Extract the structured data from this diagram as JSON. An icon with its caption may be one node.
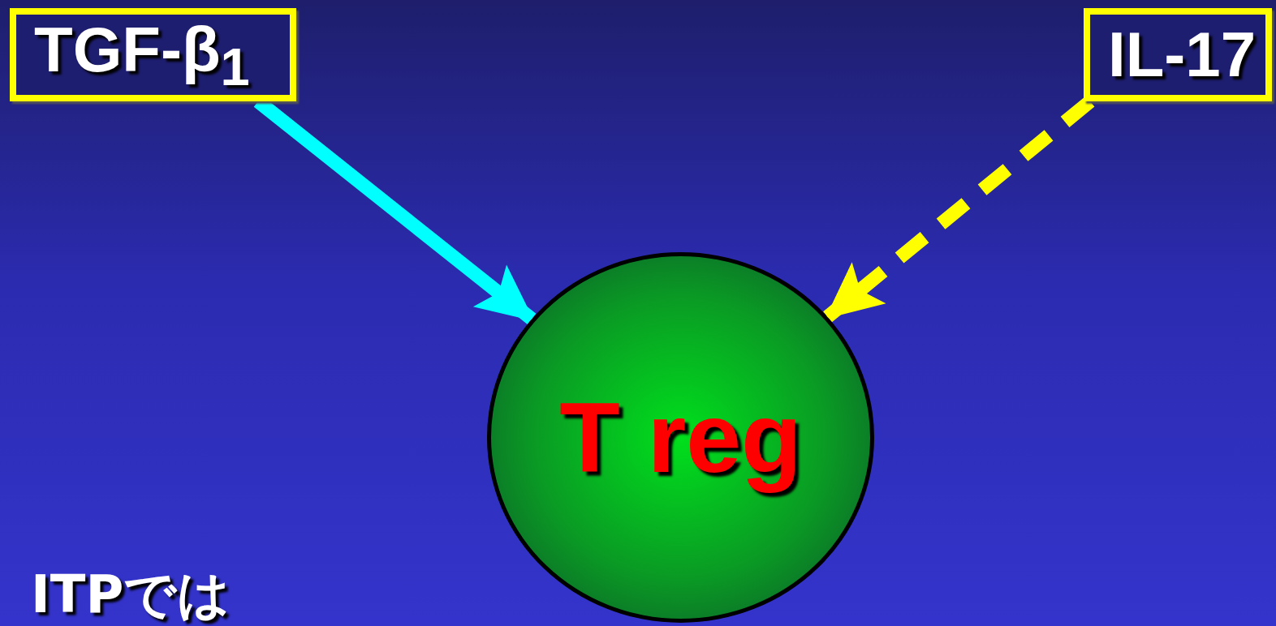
{
  "diagram": {
    "nodes": [
      {
        "text": [
          "TGF-β$_{1}$"
        ]
      },
      {
        "text": [
          "IL-17"
        ]
      },
      {
        "text": [
          "T reg"
        ]
      }
    ],
    "edges": [
      {
        "from": 0,
        "to": 2,
        "arrow": "to",
        "color": "#00ffff"
      },
      {
        "from": 1,
        "to": 2,
        "arrow": "to",
        "style": "dashed",
        "color": "#ffff00"
      }
    ],
    "labels": [
      "ITPでは"
    ]
  }
}
